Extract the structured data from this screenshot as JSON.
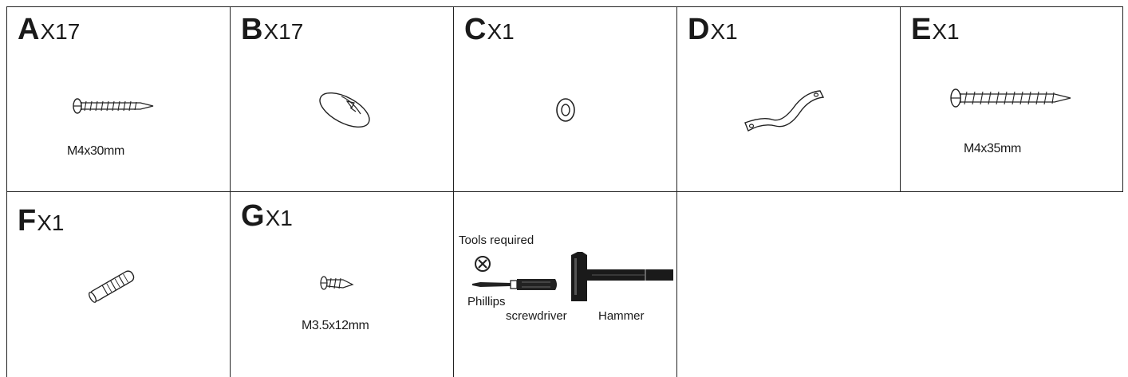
{
  "parts": [
    {
      "letter": "A",
      "qty": "X17",
      "size": "M4x30mm",
      "icon": "wood-screw-icon"
    },
    {
      "letter": "B",
      "qty": "X17",
      "size": "",
      "icon": "screw-cover-cap-icon"
    },
    {
      "letter": "C",
      "qty": "X1",
      "size": "",
      "icon": "washer-icon"
    },
    {
      "letter": "D",
      "qty": "X1",
      "size": "",
      "icon": "s-bracket-icon"
    },
    {
      "letter": "E",
      "qty": "X1",
      "size": "M4x35mm",
      "icon": "long-screw-icon"
    },
    {
      "letter": "F",
      "qty": "X1",
      "size": "",
      "icon": "wall-plug-icon"
    },
    {
      "letter": "G",
      "qty": "X1",
      "size": "M3.5x12mm",
      "icon": "short-screw-icon"
    }
  ],
  "tools": {
    "heading": "Tools required",
    "screwdriver_line1": "Phillips",
    "screwdriver_line2": "screwdriver",
    "hammer": "Hammer",
    "icons": [
      "phillips-head-icon",
      "screwdriver-icon",
      "hammer-icon"
    ]
  }
}
